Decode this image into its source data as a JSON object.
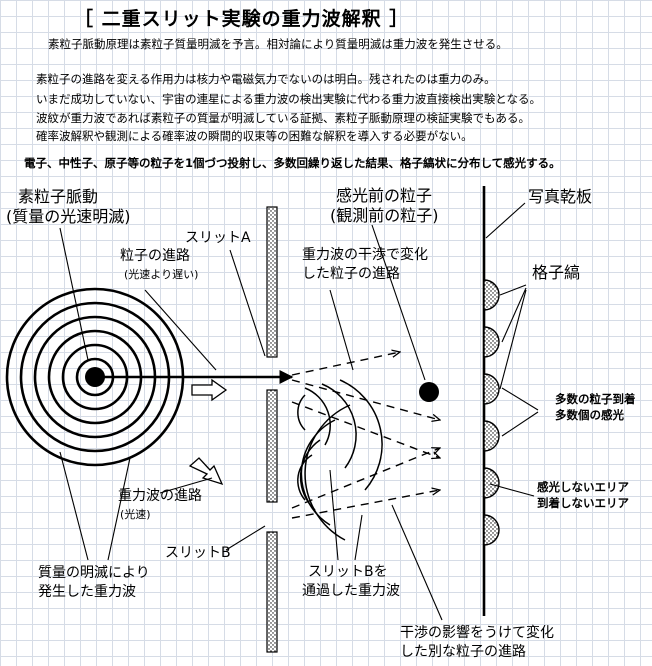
{
  "title": "［ 二重スリット実験の重力波解釈 ］",
  "paragraphs": [
    "素粒子脈動原理は素粒子質量明滅を予言。相対論により質量明滅は重力波を発生させる。",
    "素粒子の進路を変える作用力は核力や電磁気力でないのは明白。残されたのは重力のみ。",
    "いまだ成功していない、宇宙の連星による重力波の検出実験に代わる重力波直接検出実験となる。",
    "波紋が重力波であれば素粒子の質量が明滅している証拠、素粒子脈動原理の検証実験でもある。",
    "確率波解釈や観測による確率波の瞬間的収束等の困難な解釈を導入する必要がない。",
    "電子、中性子、原子等の粒子を1個づつ投射し、多数回繰り返した結果、格子縞状に分布して感光する。"
  ],
  "labels": {
    "source_line1": "素粒子脈動",
    "source_line2": "(質量の光速明滅)",
    "slit_a": "スリットA",
    "particle_path": "粒子の進路",
    "particle_path_note": "(光速より遅い)",
    "gw_path": "重力波の進路",
    "gw_path_note": "(光速)",
    "slit_b": "スリットB",
    "mass_blink_line1": "質量の明滅により",
    "mass_blink_line2": "発生した重力波",
    "pre_obs_line1": "感光前の粒子",
    "pre_obs_line2": "(観測前の粒子)",
    "interference_line1": "重力波の干渉で変化",
    "interference_line2": "した粒子の進路",
    "through_b_line1": "スリットBを",
    "through_b_line2": "通過した重力波",
    "other_path_line1": "干渉の影響をうけて変化",
    "other_path_line2": "した別な粒子の進路",
    "plate": "写真乾板",
    "fringes": "格子縞",
    "many_arrive_line1": "多数の粒子到着",
    "many_arrive_line2": "多数個の感光",
    "no_expose_line1": "感光しないエリア",
    "no_expose_line2": "到着しないエリア"
  },
  "colors": {
    "grid": "#d6dce6",
    "ink": "#000000",
    "background": "#ffffff"
  }
}
